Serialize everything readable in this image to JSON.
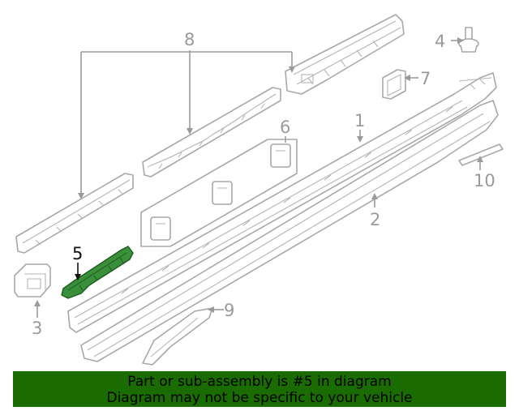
{
  "callouts": {
    "c1": "1",
    "c2": "2",
    "c3": "3",
    "c4": "4",
    "c5": "5",
    "c6": "6",
    "c7": "7",
    "c8": "8",
    "c9": "9",
    "c10": "10"
  },
  "highlighted_part": "5",
  "colors": {
    "banner_bg": "#1a6b00",
    "highlight_part": "#3a8f3a",
    "line_art": "#a8a8a8"
  },
  "banner": {
    "line1": "Part or sub-assembly is #5 in diagram",
    "line2": "Diagram may not be specific to your vehicle"
  }
}
